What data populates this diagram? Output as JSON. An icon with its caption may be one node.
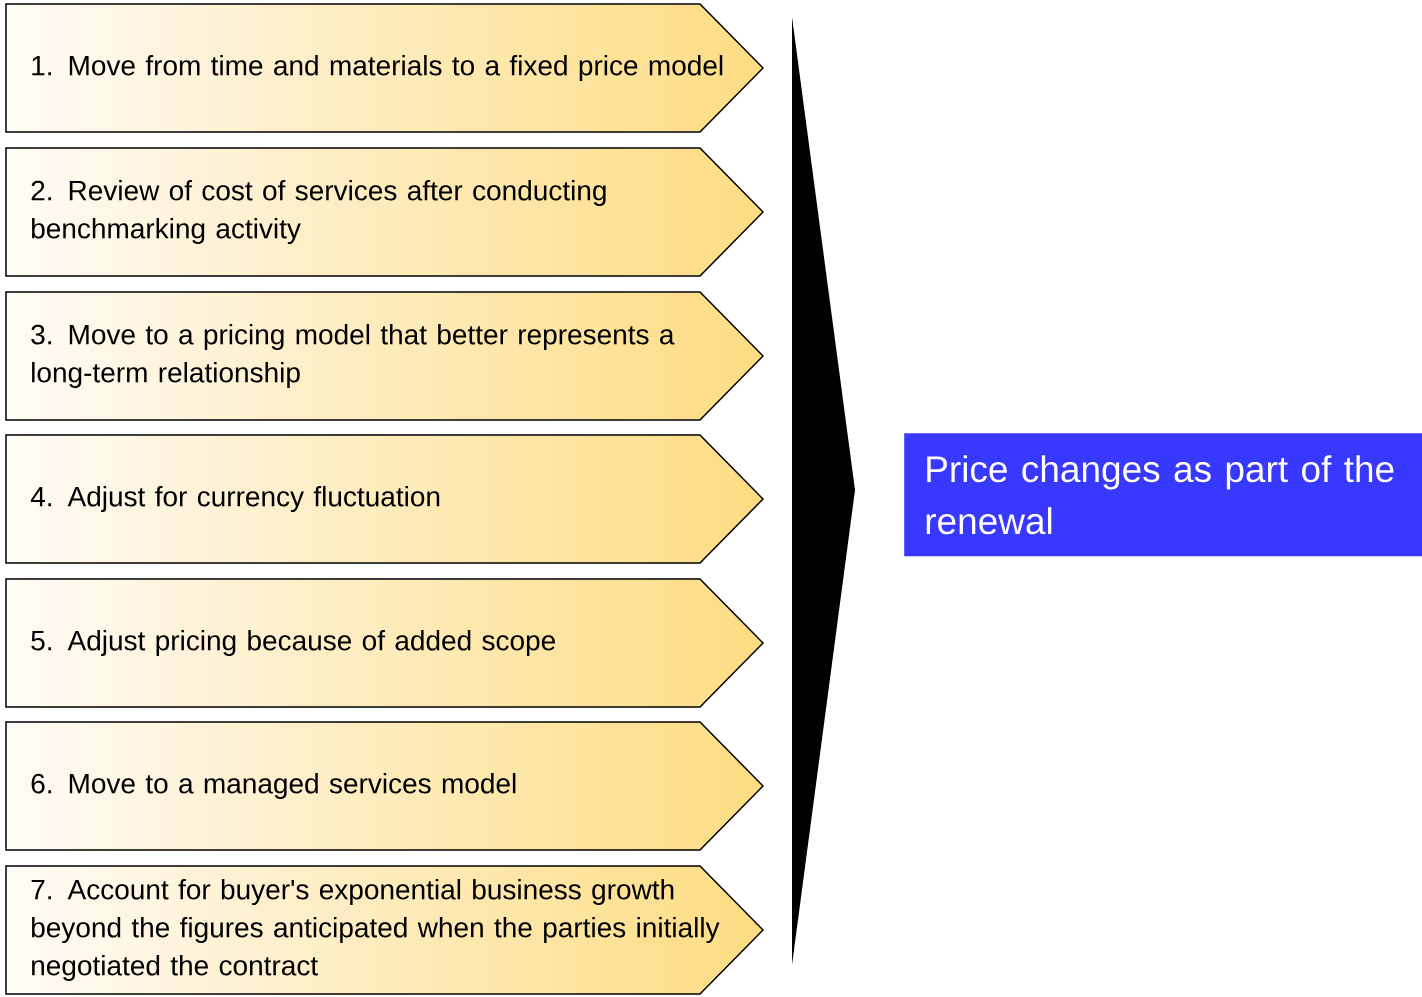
{
  "diagram": {
    "nodes": [
      {
        "text": [
          "1. Move from time and materials to a fixed price model"
        ]
      },
      {
        "text": [
          "2. Review of cost of services after conducting benchmarking activity"
        ]
      },
      {
        "text": [
          "3. Move to a pricing model that better represents a long-term relationship"
        ]
      },
      {
        "text": [
          "4. Adjust for currency fluctuation"
        ]
      },
      {
        "text": [
          "5. Adjust pricing because of added scope"
        ]
      },
      {
        "text": [
          "6. Move to a managed services model"
        ]
      },
      {
        "text": [
          "7. Account for buyer's exponential business growth beyond the figures anticipated when the parties initially negotiated the contract"
        ]
      },
      {
        "text": [],
        "shape": "triangle"
      },
      {
        "text": [
          "Price changes as part of the renewal"
        ]
      }
    ]
  }
}
